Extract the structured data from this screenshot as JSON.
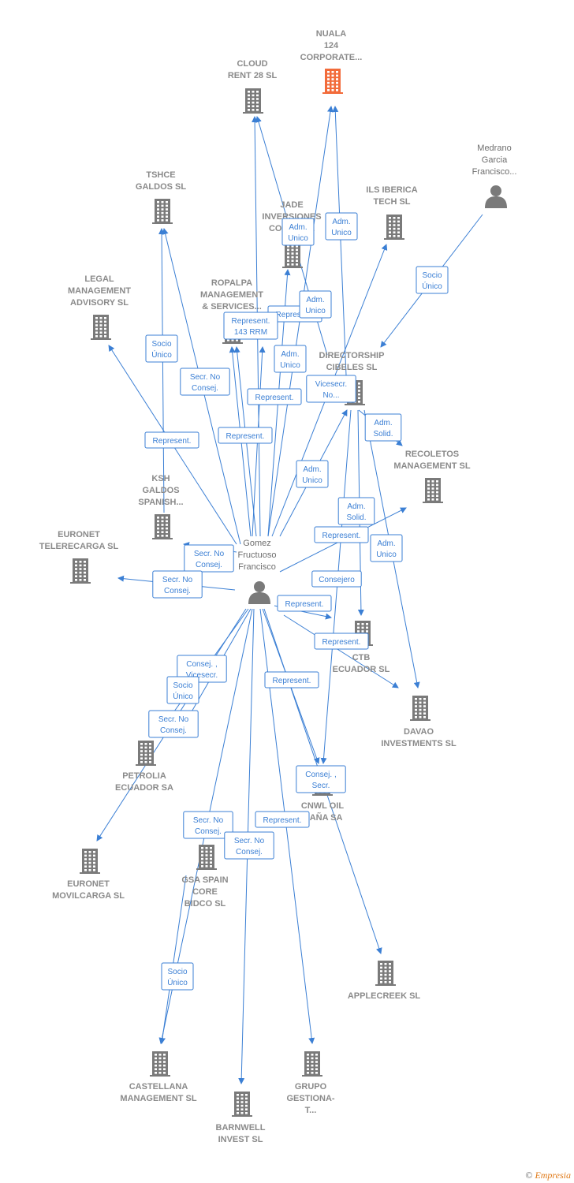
{
  "colors": {
    "edge": "#3b7fd4",
    "company": "#7a7a7a",
    "highlight": "#f26b3a",
    "person": "#7a7a7a"
  },
  "nodes": [
    {
      "id": "nuala",
      "type": "company",
      "highlight": true,
      "lines": [
        "NUALA",
        "124",
        "CORPORATE..."
      ]
    },
    {
      "id": "cloud",
      "type": "company",
      "lines": [
        "CLOUD",
        "RENT 28  SL"
      ]
    },
    {
      "id": "medrano",
      "type": "person",
      "lines": [
        "Medrano",
        "Garcia",
        "Francisco..."
      ]
    },
    {
      "id": "tshce",
      "type": "company",
      "lines": [
        "TSHCE",
        "GALDOS  SL"
      ]
    },
    {
      "id": "jade",
      "type": "company",
      "lines": [
        "JADE",
        "INVERSIONES",
        "CONS...    SL"
      ]
    },
    {
      "id": "ils",
      "type": "company",
      "lines": [
        "ILS IBERICA",
        "TECH  SL"
      ]
    },
    {
      "id": "legal",
      "type": "company",
      "lines": [
        "LEGAL",
        "MANAGEMENT",
        "ADVISORY  SL"
      ]
    },
    {
      "id": "ropalpa",
      "type": "company",
      "lines": [
        "ROPALPA",
        "MANAGEMENT",
        "& SERVICES..."
      ]
    },
    {
      "id": "directorship",
      "type": "company",
      "lines": [
        "DIRECTORSHIP",
        "CIBELES SL"
      ]
    },
    {
      "id": "recoletos",
      "type": "company",
      "lines": [
        "RECOLETOS",
        "MANAGEMENT SL"
      ]
    },
    {
      "id": "ksh",
      "type": "company",
      "lines": [
        "KSH",
        "GALDOS",
        "SPANISH..."
      ]
    },
    {
      "id": "euronet_t",
      "type": "company",
      "lines": [
        "EURONET",
        "TELERECARGA SL"
      ]
    },
    {
      "id": "gomez",
      "type": "person",
      "lines": [
        "Gomez",
        "Fructuoso",
        "Francisco"
      ]
    },
    {
      "id": "ctb",
      "type": "company",
      "lines": [
        "CTB",
        "ECUADOR  SL"
      ]
    },
    {
      "id": "davao",
      "type": "company",
      "lines": [
        "DAVAO",
        "INVESTMENTS SL"
      ]
    },
    {
      "id": "petrolia",
      "type": "company",
      "lines": [
        "PETROLIA",
        "ECUADOR SA"
      ]
    },
    {
      "id": "cnwl",
      "type": "company",
      "lines": [
        "CNWL OIL",
        "...AÑA SA"
      ]
    },
    {
      "id": "euronet_m",
      "type": "company",
      "lines": [
        "EURONET",
        "MOVILCARGA SL"
      ]
    },
    {
      "id": "gsa",
      "type": "company",
      "lines": [
        "GSA SPAIN",
        "CORE",
        "BIDCO  SL"
      ]
    },
    {
      "id": "applecreek",
      "type": "company",
      "lines": [
        "APPLECREEK SL"
      ]
    },
    {
      "id": "castellana",
      "type": "company",
      "lines": [
        "CASTELLANA",
        "MANAGEMENT SL"
      ]
    },
    {
      "id": "grupo",
      "type": "company",
      "lines": [
        "GRUPO",
        "GESTIONA-",
        "T..."
      ]
    },
    {
      "id": "barnwell",
      "type": "company",
      "lines": [
        "BARNWELL",
        "INVEST  SL"
      ]
    }
  ],
  "edges": [
    {
      "from": "gomez",
      "to": "nuala",
      "lines": [
        "Adm.",
        "Unico"
      ]
    },
    {
      "from": "gomez",
      "to": "nuala",
      "lines": [
        "Adm.",
        "Unico"
      ]
    },
    {
      "from": "gomez",
      "to": "cloud",
      "lines": [
        "Represent."
      ]
    },
    {
      "from": "gomez",
      "to": "cloud",
      "lines": [
        "Adm.",
        "Unico"
      ]
    },
    {
      "from": "medrano",
      "to": "directorship",
      "lines": [
        "Socio",
        "Único"
      ]
    },
    {
      "from": "gomez",
      "to": "tshce",
      "lines": [
        "Secr.  No",
        "Consej."
      ]
    },
    {
      "from": "ksh",
      "to": "tshce",
      "lines": [
        "Socio",
        "Único"
      ]
    },
    {
      "from": "gomez",
      "to": "jade",
      "lines": [
        "Represent."
      ]
    },
    {
      "from": "gomez",
      "to": "ils",
      "lines": [
        "Vicesecr.",
        "No..."
      ]
    },
    {
      "from": "gomez",
      "to": "legal",
      "lines": [
        "Represent."
      ]
    },
    {
      "from": "gomez",
      "to": "ropalpa",
      "lines": [
        "Represent."
      ]
    },
    {
      "from": "gomez",
      "to": "ropalpa",
      "lines": [
        "Represent.",
        "143 RRM"
      ]
    },
    {
      "from": "gomez",
      "to": "directorship",
      "lines": [
        "Adm.",
        "Unico"
      ]
    },
    {
      "from": "directorship",
      "to": "recoletos",
      "lines": [
        "Adm.",
        "Solid."
      ]
    },
    {
      "from": "gomez",
      "to": "recoletos",
      "lines": [
        "Represent."
      ]
    },
    {
      "from": "gomez",
      "to": "ksh",
      "lines": [
        "Secr.  No",
        "Consej."
      ]
    },
    {
      "from": "gomez",
      "to": "euronet_t",
      "lines": [
        "Secr.  No",
        "Consej."
      ]
    },
    {
      "from": "directorship",
      "to": "ctb",
      "lines": [
        "Adm.",
        "Solid."
      ]
    },
    {
      "from": "gomez",
      "to": "ctb",
      "lines": [
        "Represent."
      ]
    },
    {
      "from": "directorship",
      "to": "davao",
      "lines": [
        "Adm.",
        "Unico"
      ]
    },
    {
      "from": "gomez",
      "to": "davao",
      "lines": [
        "Represent."
      ]
    },
    {
      "from": "gomez",
      "to": "petrolia",
      "lines": [
        "Consej. ,",
        "Vicesecr."
      ]
    },
    {
      "from": "gomez",
      "to": "euronet_m",
      "lines": [
        "Secr.  No",
        "Consej."
      ]
    },
    {
      "from": "gomez",
      "to": "cnwl",
      "lines": [
        "Represent."
      ]
    },
    {
      "from": "directorship",
      "to": "cnwl",
      "lines": [
        "Consejero"
      ]
    },
    {
      "from": "gomez",
      "to": "applecreek",
      "lines": [
        "Consej. ,",
        "Secr."
      ]
    },
    {
      "from": "gomez",
      "to": "castellana",
      "lines": [
        "Secr.  No",
        "Consej."
      ]
    },
    {
      "from": "gsa",
      "to": "castellana",
      "lines": [
        "Socio",
        "Único"
      ]
    },
    {
      "from": "gomez",
      "to": "grupo",
      "lines": [
        "Represent."
      ]
    },
    {
      "from": "gomez",
      "to": "barnwell",
      "lines": [
        "Secr.  No",
        "Consej."
      ]
    },
    {
      "from": "gomez",
      "to": "gsa",
      "lines": [
        "Socio",
        "Único"
      ]
    },
    {
      "from": "gomez",
      "to": "jade",
      "lines": [
        "Adm.",
        "Unico"
      ]
    }
  ],
  "footer": {
    "copyright": "©",
    "brand": "Empresia"
  }
}
